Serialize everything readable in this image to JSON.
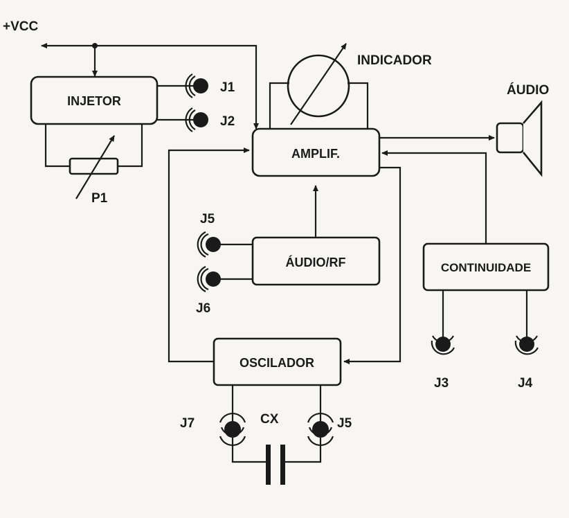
{
  "supply_label": "+VCC",
  "blocks": {
    "injetor": "INJETOR",
    "amplif": "AMPLIF.",
    "audio_rf": "ÁUDIO/RF",
    "continuidade": "CONTINUIDADE",
    "oscilador": "OSCILADOR"
  },
  "labels": {
    "indicador": "INDICADOR",
    "audio": "ÁUDIO",
    "p1": "P1",
    "cx": "CX"
  },
  "jacks": {
    "j1": "J1",
    "j2": "J2",
    "j5_top": "J5",
    "j6": "J6",
    "j3": "J3",
    "j4": "J4",
    "j7": "J7",
    "j5_bottom": "J5"
  }
}
